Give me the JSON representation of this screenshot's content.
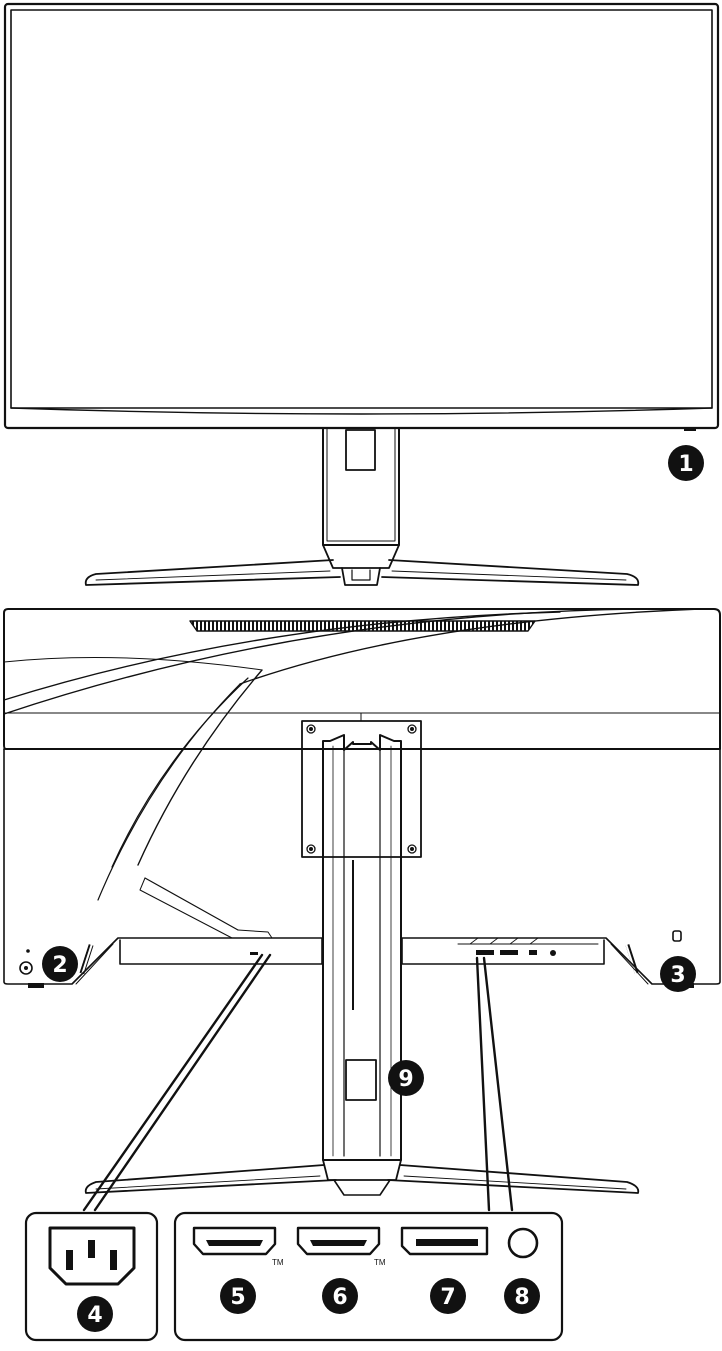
{
  "colors": {
    "ink": "#111111",
    "paper": "#ffffff",
    "callout_fill": "#111111",
    "callout_text": "#ffffff"
  },
  "callouts": [
    {
      "id": "front-power-button",
      "number": "1"
    },
    {
      "id": "left-rear-button",
      "number": "2"
    },
    {
      "id": "kensington-lock",
      "number": "3"
    },
    {
      "id": "power-jack",
      "number": "4"
    },
    {
      "id": "hdmi-port-1",
      "number": "5"
    },
    {
      "id": "hdmi-port-2",
      "number": "6"
    },
    {
      "id": "displayport",
      "number": "7"
    },
    {
      "id": "headphone-jack",
      "number": "8"
    },
    {
      "id": "cable-management",
      "number": "9"
    }
  ],
  "trademarks": {
    "hdmi_1": "TM",
    "hdmi_2": "TM"
  },
  "icons": [
    "front-view-monitor",
    "rear-view-monitor",
    "ac-power-inlet-icon",
    "hdmi-port-icon",
    "displayport-icon",
    "audio-jack-icon"
  ]
}
